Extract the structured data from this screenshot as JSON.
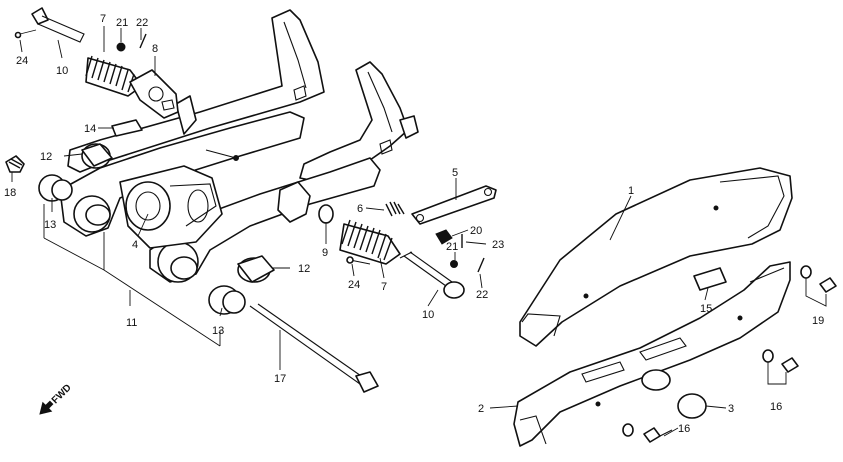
{
  "callouts": {
    "c1": "1",
    "c2": "2",
    "c3": "3",
    "c4": "4",
    "c5": "5",
    "c6": "6",
    "c7a": "7",
    "c7b": "7",
    "c8": "8",
    "c9": "9",
    "c10a": "10",
    "c10b": "10",
    "c11": "11",
    "c12a": "12",
    "c12b": "12",
    "c13a": "13",
    "c13b": "13",
    "c14": "14",
    "c15": "15",
    "c16a": "16",
    "c16b": "16",
    "c17": "17",
    "c18": "18",
    "c19": "19",
    "c20": "20",
    "c21a": "21",
    "c21b": "21",
    "c22a": "22",
    "c22b": "22",
    "c23": "23",
    "c24a": "24",
    "c24b": "24"
  },
  "direction_label": "FWD",
  "icons": {
    "direction": "fwd-arrow-icon"
  }
}
